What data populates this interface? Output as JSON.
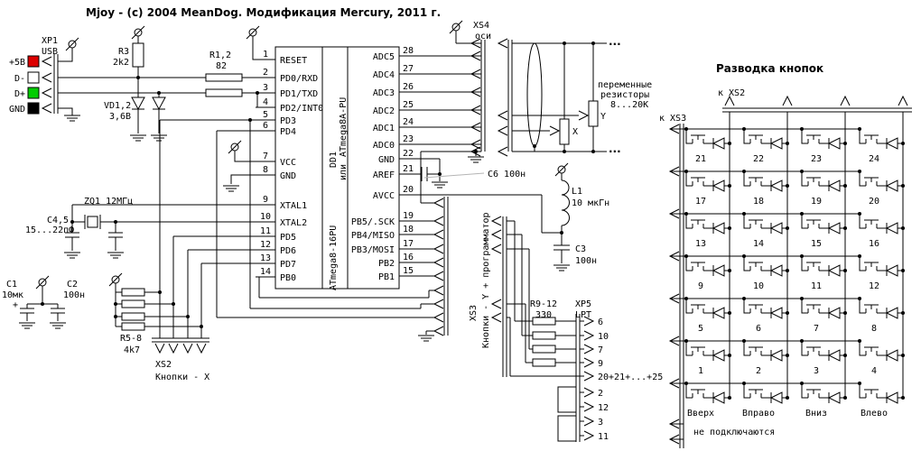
{
  "title": "Mjoy - (c) 2004 MeanDog. Модификация Mercury, 2011 г.",
  "xp1": {
    "name": "XP1",
    "type": "USB",
    "pins": [
      {
        "label": "+5В",
        "color": "#dd0000"
      },
      {
        "label": "D-",
        "color": "#ffffff"
      },
      {
        "label": "D+",
        "color": "#00cc00"
      },
      {
        "label": "GND",
        "color": "#000000"
      }
    ]
  },
  "r3": {
    "ref": "R3",
    "value": "2k2"
  },
  "r12": {
    "ref": "R1,2",
    "value": "82"
  },
  "vd12": {
    "ref": "VD1,2",
    "value": "3,6В"
  },
  "zq1": {
    "label": "ZQ1 12МГц"
  },
  "c45": {
    "ref": "C4,5",
    "value": "15...22пФ"
  },
  "c1": {
    "ref": "C1",
    "value": "10мк",
    "plus": "+"
  },
  "c2": {
    "ref": "C2",
    "value": "100н"
  },
  "r58": {
    "ref": "R5-8",
    "value": "4k7"
  },
  "c6": {
    "label": "C6 100н"
  },
  "l1": {
    "ref": "L1",
    "value": "10 мкГн"
  },
  "c3": {
    "ref": "C3",
    "value": "100н"
  },
  "ic": {
    "ref": "DD1",
    "part1": "ATmega8-16PU",
    "or": "или",
    "part2": "ATmega8A-PU",
    "left_pins": [
      {
        "num": "1",
        "label": "RESET"
      },
      {
        "num": "2",
        "label": "PD0/RXD"
      },
      {
        "num": "3",
        "label": "PD1/TXD"
      },
      {
        "num": "4",
        "label": "PD2/INT0"
      },
      {
        "num": "5",
        "label": "PD3"
      },
      {
        "num": "6",
        "label": "PD4"
      },
      {
        "num": "7",
        "label": "VCC"
      },
      {
        "num": "8",
        "label": "GND"
      },
      {
        "num": "9",
        "label": "XTAL1"
      },
      {
        "num": "10",
        "label": "XTAL2"
      },
      {
        "num": "11",
        "label": "PD5"
      },
      {
        "num": "12",
        "label": "PD6"
      },
      {
        "num": "13",
        "label": "PD7"
      },
      {
        "num": "14",
        "label": "PB0"
      }
    ],
    "right_pins": [
      {
        "num": "28",
        "label": "ADC5"
      },
      {
        "num": "27",
        "label": "ADC4"
      },
      {
        "num": "26",
        "label": "ADC3"
      },
      {
        "num": "25",
        "label": "ADC2"
      },
      {
        "num": "24",
        "label": "ADC1"
      },
      {
        "num": "23",
        "label": "ADC0"
      },
      {
        "num": "22",
        "label": "GND"
      },
      {
        "num": "21",
        "label": "AREF"
      },
      {
        "num": "20",
        "label": "AVCC"
      },
      {
        "num": "19",
        "label": "PB5/.SCK"
      },
      {
        "num": "18",
        "label": "PB4/MISO"
      },
      {
        "num": "17",
        "label": "PB3/MOSI"
      },
      {
        "num": "16",
        "label": "PB2"
      },
      {
        "num": "15",
        "label": "PB1"
      }
    ]
  },
  "xs4": {
    "name": "XS4",
    "sub": "оси",
    "note1": "переменные",
    "note2": "резисторы",
    "note3": "8...20К",
    "pot_x": "X",
    "pot_y": "Y",
    "ellipsis": "···"
  },
  "xs2": {
    "name": "XS2",
    "sub": "Кнопки - X"
  },
  "xs3": {
    "name": "XS3",
    "sub": "Кнопки - Y + программатор"
  },
  "xp5": {
    "name": "XP5",
    "sub": "LPT",
    "res_ref": "R9-12",
    "res_val": "330",
    "pins": [
      "6",
      "10",
      "7",
      "9",
      "20+21+...+25",
      "2",
      "12",
      "3",
      "11"
    ]
  },
  "matrix": {
    "title": "Разводка кнопок",
    "to_xs2": "к XS2",
    "to_xs3": "к XS3",
    "note": "не подключаются",
    "rows": [
      [
        "21",
        "22",
        "23",
        "24"
      ],
      [
        "17",
        "18",
        "19",
        "20"
      ],
      [
        "13",
        "14",
        "15",
        "16"
      ],
      [
        "9",
        "10",
        "11",
        "12"
      ],
      [
        "5",
        "6",
        "7",
        "8"
      ],
      [
        "1",
        "2",
        "3",
        "4"
      ],
      [
        "Вверх",
        "Вправо",
        "Вниз",
        "Влево"
      ]
    ]
  }
}
